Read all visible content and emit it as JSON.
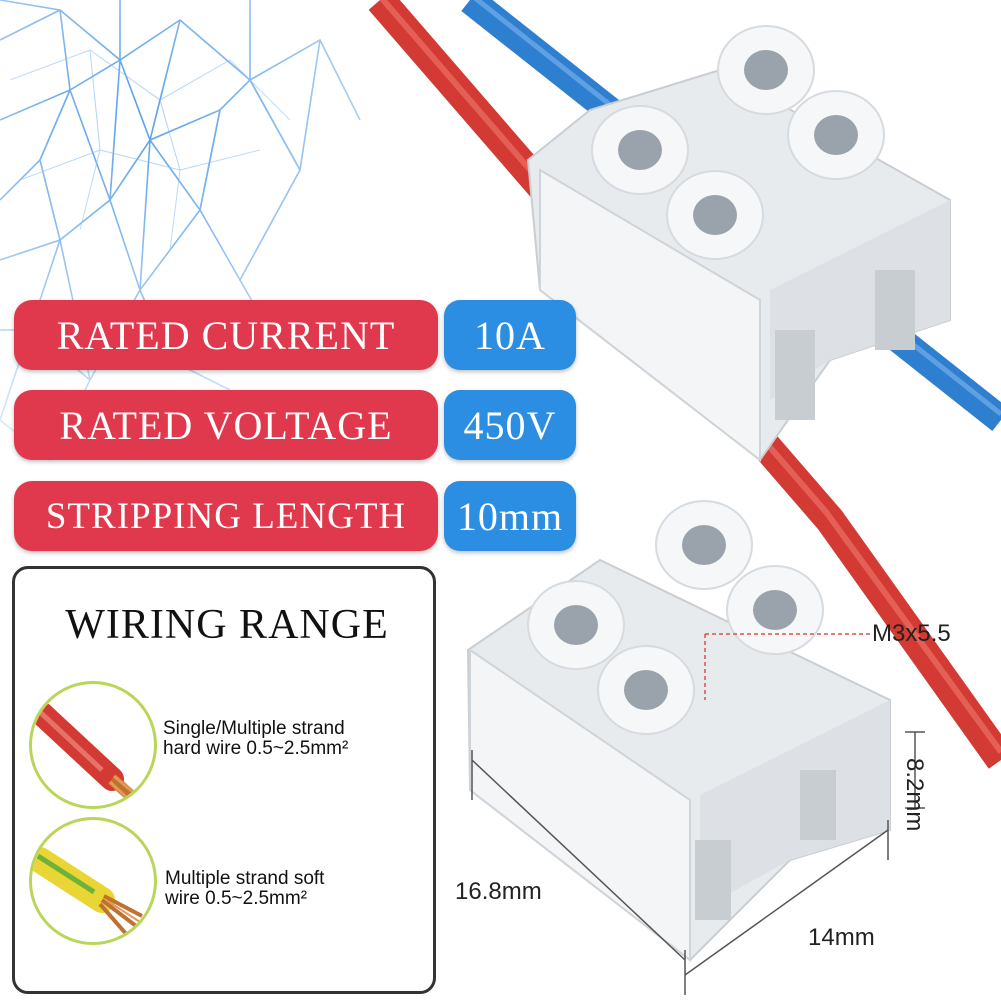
{
  "specs": [
    {
      "label": "RATED CURRENT",
      "value": "10A"
    },
    {
      "label": "RATED VOLTAGE",
      "value": "450V"
    },
    {
      "label": "STRIPPING LENGTH",
      "value": "10mm"
    }
  ],
  "wiring": {
    "title": "WIRING RANGE",
    "items": [
      {
        "line1": "Single/Multiple strand",
        "line2": "hard wire 0.5~2.5mm²",
        "icon": "red-wire-icon"
      },
      {
        "line1": "Multiple strand soft",
        "line2": "wire 0.5~2.5mm²",
        "icon": "yellow-wire-icon"
      }
    ]
  },
  "dimensions": {
    "screw": "M3x5.5",
    "height": "8.2mm",
    "length": "16.8mm",
    "width": "14mm"
  },
  "colors": {
    "label_red": "#e0384c",
    "value_blue": "#2b8ee3",
    "wire_red": "#d23a33",
    "wire_blue": "#2f7fd0",
    "mesh_blue": "#3a8fe6"
  }
}
